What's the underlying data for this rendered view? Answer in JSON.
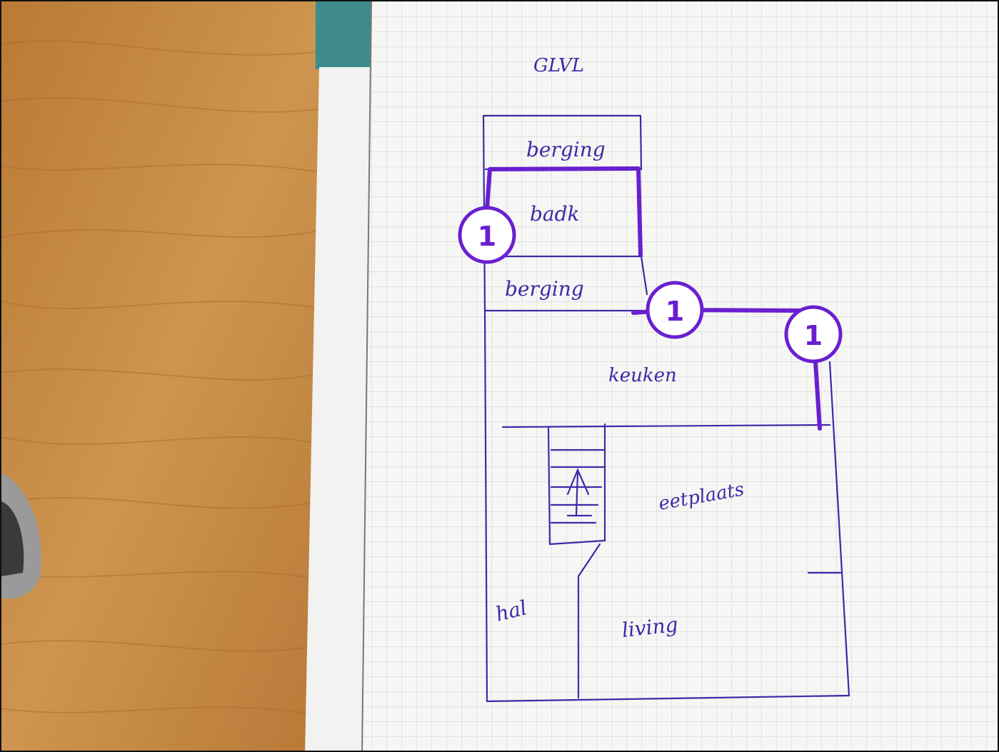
{
  "colors": {
    "wood": "#c98d45",
    "paper": "#f6f6f4",
    "grid": "#cfcfcf",
    "ink": "#3d2aa8",
    "annotation": "#6a1fd1",
    "teal_card": "#3f8a8c"
  },
  "sketch": {
    "title": "GLVL",
    "rooms": {
      "berging_top": "berging",
      "badk": "badk",
      "berging_middle": "berging",
      "keuken": "keuken",
      "eetplaats": "eetplaats",
      "hal": "hal",
      "living": "living"
    }
  },
  "annotations": {
    "badge_1": "1",
    "badge_2": "1",
    "badge_3": "1"
  }
}
